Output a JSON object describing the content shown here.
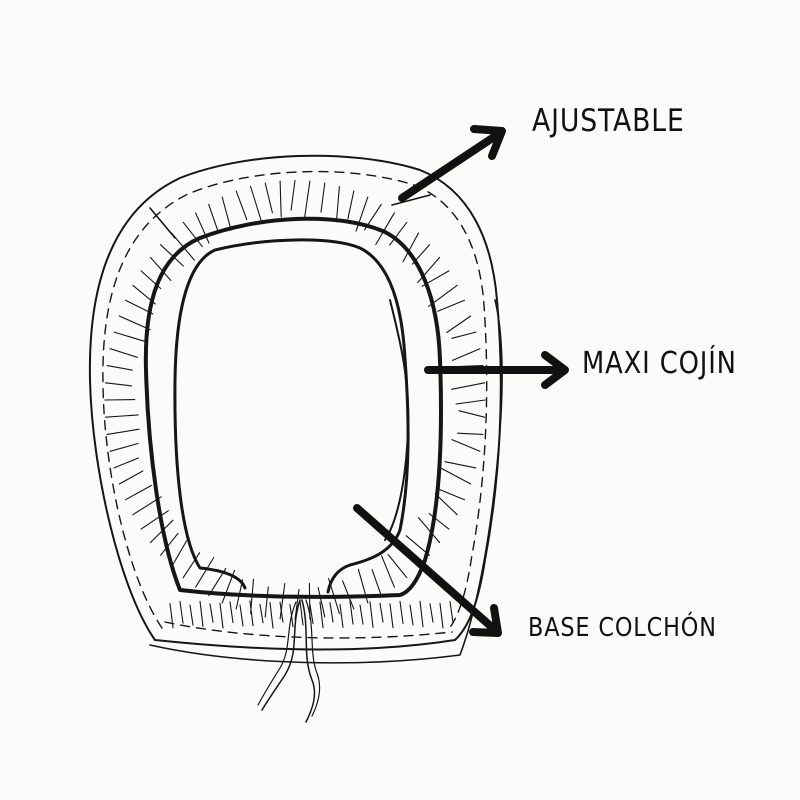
{
  "labels": {
    "ajustable": "AJUSTABLE",
    "maxi_cojin": "MAXI COJÍN",
    "base_colchon": "BASE COLCHÓN"
  },
  "colors": {
    "ink": "#111111",
    "paper": "#fbfbfa"
  }
}
